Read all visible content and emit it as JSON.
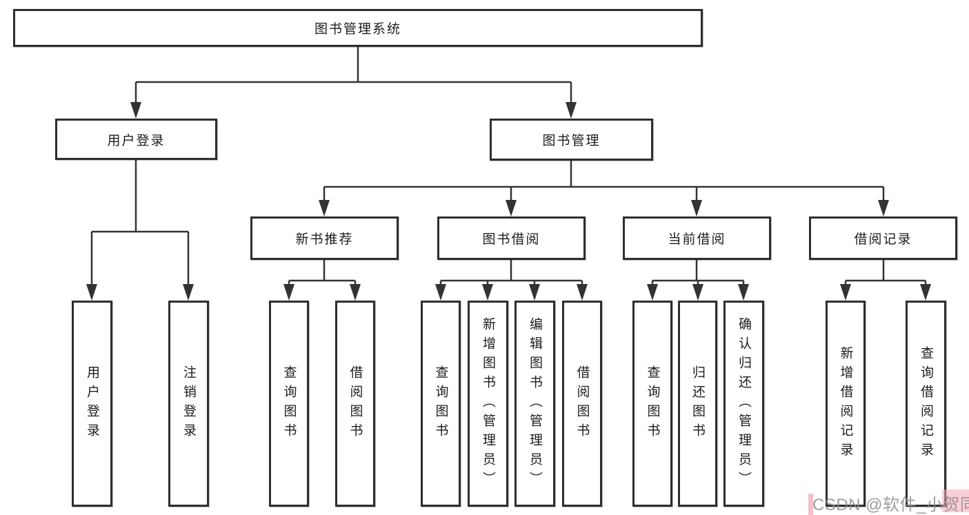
{
  "diagram": {
    "title_node": {
      "label": "图书管理系统"
    },
    "level2": [
      {
        "id": "user-login",
        "label": "用户登录"
      },
      {
        "id": "book-management",
        "label": "图书管理"
      }
    ],
    "level3": [
      {
        "id": "new-book-recommend",
        "label": "新书推荐"
      },
      {
        "id": "book-borrowing",
        "label": "图书借阅"
      },
      {
        "id": "current-borrowing",
        "label": "当前借阅"
      },
      {
        "id": "borrowing-records",
        "label": "借阅记录"
      }
    ],
    "leaves": [
      {
        "parent": "user-login",
        "label": "用户登录"
      },
      {
        "parent": "user-login",
        "label": "注销登录"
      },
      {
        "parent": "new-book-recommend",
        "label": "查询图书"
      },
      {
        "parent": "new-book-recommend",
        "label": "借阅图书"
      },
      {
        "parent": "book-borrowing",
        "label": "查询图书"
      },
      {
        "parent": "book-borrowing",
        "label": "新增图书（管理员）"
      },
      {
        "parent": "book-borrowing",
        "label": "编辑图书（管理员）"
      },
      {
        "parent": "book-borrowing",
        "label": "借阅图书"
      },
      {
        "parent": "current-borrowing",
        "label": "查询图书"
      },
      {
        "parent": "current-borrowing",
        "label": "归还图书"
      },
      {
        "parent": "current-borrowing",
        "label": "确认归还（管理员）"
      },
      {
        "parent": "borrowing-records",
        "label": "新增借阅记录"
      },
      {
        "parent": "borrowing-records",
        "label": "查询借阅记录"
      }
    ]
  },
  "watermark": {
    "text": "CSDN @软件_小贺同学"
  },
  "colors": {
    "background": "#ffffff",
    "line": "#333333",
    "box_border": "#2e2e2e",
    "text": "#1c1c1c",
    "watermark_text": "#8c8c8c",
    "watermark_accent": "#f5a7b6"
  }
}
